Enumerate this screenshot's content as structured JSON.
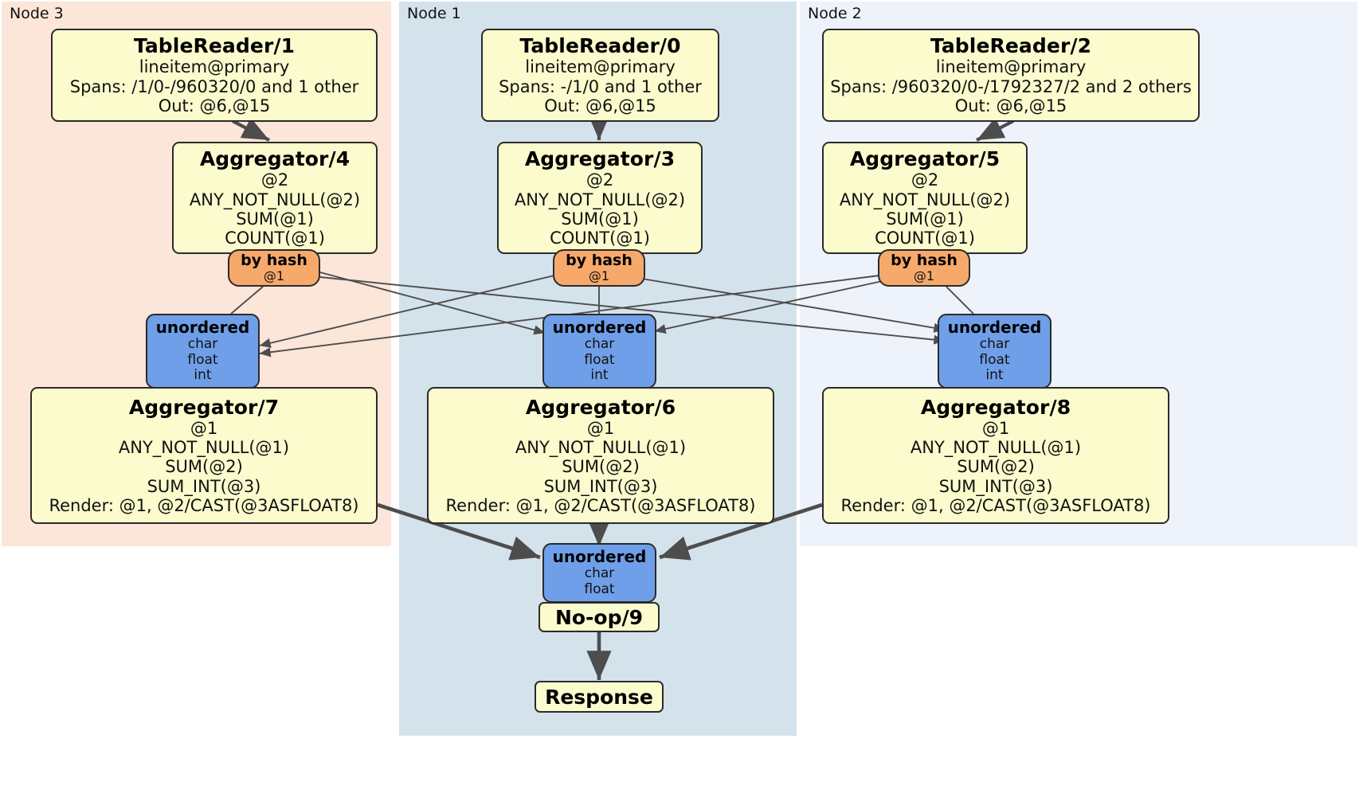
{
  "diagram": {
    "type": "distributed-query-plan",
    "colors": {
      "node3_bg": "#fce5d9",
      "node1_bg": "#d4e2ec",
      "node2_bg": "#edf2fb",
      "processor_bg": "#fbfbcd",
      "router_bg": "#f6a96b",
      "receiver_bg": "#6f9fe8",
      "border": "#2b2b2b",
      "edge": "#4d4d4d"
    }
  },
  "clusters": [
    {
      "id": "node3",
      "label": "Node 3"
    },
    {
      "id": "node1",
      "label": "Node 1"
    },
    {
      "id": "node2",
      "label": "Node 2"
    }
  ],
  "nodes": {
    "tablereader1": {
      "title": "TableReader/1",
      "lines": [
        "lineitem@primary",
        "Spans: /1/0-/960320/0 and 1 other",
        "Out: @6,@15"
      ]
    },
    "tablereader0": {
      "title": "TableReader/0",
      "lines": [
        "lineitem@primary",
        "Spans: -/1/0 and 1 other",
        "Out: @6,@15"
      ]
    },
    "tablereader2": {
      "title": "TableReader/2",
      "lines": [
        "lineitem@primary",
        "Spans: /960320/0-/1792327/2 and 2 others",
        "Out: @6,@15"
      ]
    },
    "aggregator4": {
      "title": "Aggregator/4",
      "lines": [
        "@2",
        "ANY_NOT_NULL(@2)",
        "SUM(@1)",
        "COUNT(@1)"
      ]
    },
    "aggregator3": {
      "title": "Aggregator/3",
      "lines": [
        "@2",
        "ANY_NOT_NULL(@2)",
        "SUM(@1)",
        "COUNT(@1)"
      ]
    },
    "aggregator5": {
      "title": "Aggregator/5",
      "lines": [
        "@2",
        "ANY_NOT_NULL(@2)",
        "SUM(@1)",
        "COUNT(@1)"
      ]
    },
    "aggregator7": {
      "title": "Aggregator/7",
      "lines": [
        "@1",
        "ANY_NOT_NULL(@1)",
        "SUM(@2)",
        "SUM_INT(@3)",
        "Render: @1, @2/CAST(@3ASFLOAT8)"
      ]
    },
    "aggregator6": {
      "title": "Aggregator/6",
      "lines": [
        "@1",
        "ANY_NOT_NULL(@1)",
        "SUM(@2)",
        "SUM_INT(@3)",
        "Render: @1, @2/CAST(@3ASFLOAT8)"
      ]
    },
    "aggregator8": {
      "title": "Aggregator/8",
      "lines": [
        "@1",
        "ANY_NOT_NULL(@1)",
        "SUM(@2)",
        "SUM_INT(@3)",
        "Render: @1, @2/CAST(@3ASFLOAT8)"
      ]
    },
    "byhash_left": {
      "title": "by hash",
      "lines": [
        "@1"
      ]
    },
    "byhash_mid": {
      "title": "by hash",
      "lines": [
        "@1"
      ]
    },
    "byhash_right": {
      "title": "by hash",
      "lines": [
        "@1"
      ]
    },
    "unordered_left": {
      "title": "unordered",
      "lines": [
        "char",
        "float",
        "int"
      ]
    },
    "unordered_mid": {
      "title": "unordered",
      "lines": [
        "char",
        "float",
        "int"
      ]
    },
    "unordered_right": {
      "title": "unordered",
      "lines": [
        "char",
        "float",
        "int"
      ]
    },
    "unordered_final": {
      "title": "unordered",
      "lines": [
        "char",
        "float"
      ]
    },
    "noop9": {
      "title": "No-op/9"
    },
    "response": {
      "title": "Response"
    }
  }
}
